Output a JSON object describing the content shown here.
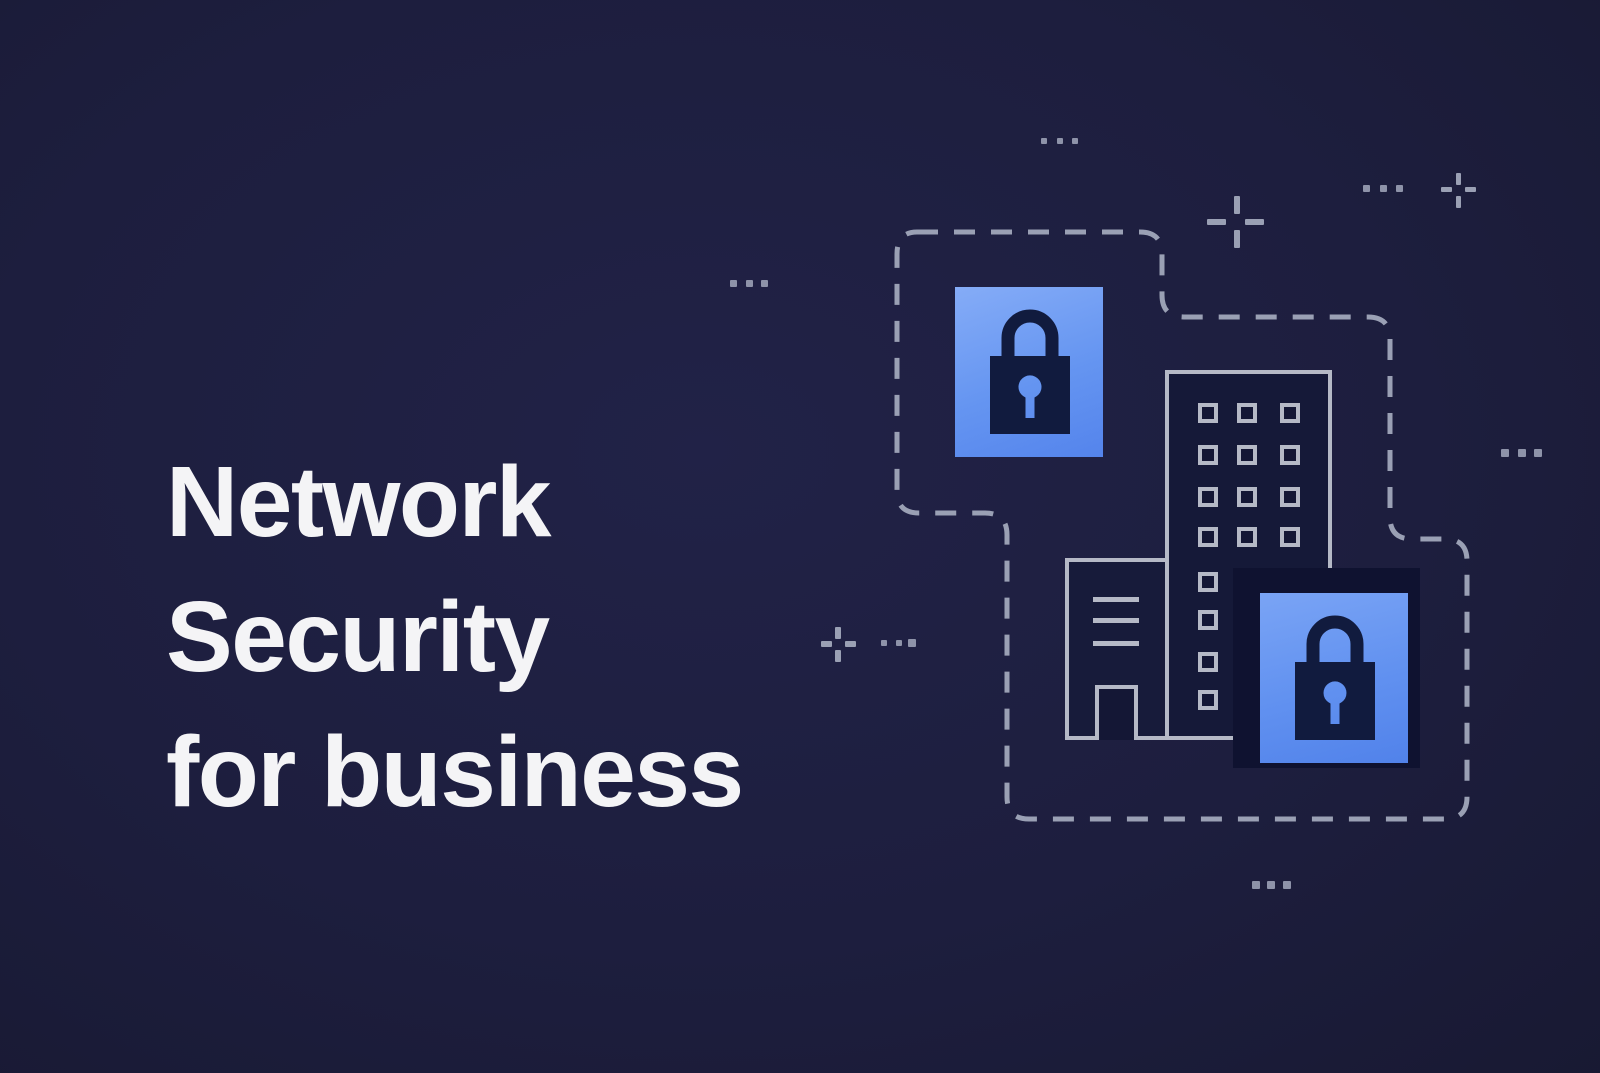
{
  "page": {
    "type": "marketing-hero-banner",
    "title_lines": [
      "Network",
      "Security",
      "for business"
    ]
  },
  "colors": {
    "background": "#1d1e3e",
    "title_text": "#f4f4f6",
    "accent_blue": "#6595f1",
    "outline_gray": "#b5b9c6",
    "dash_gray": "#9aa0b4",
    "lock_navy": "#111b3e",
    "panel_navy": "#0f1230"
  },
  "illustration": {
    "description": "two blue padlock tiles over city buildings linked by a dashed route",
    "icons": [
      "padlock-icon",
      "tall-building-icon",
      "office-building-icon",
      "crosshair-icon",
      "dots-icon"
    ]
  }
}
